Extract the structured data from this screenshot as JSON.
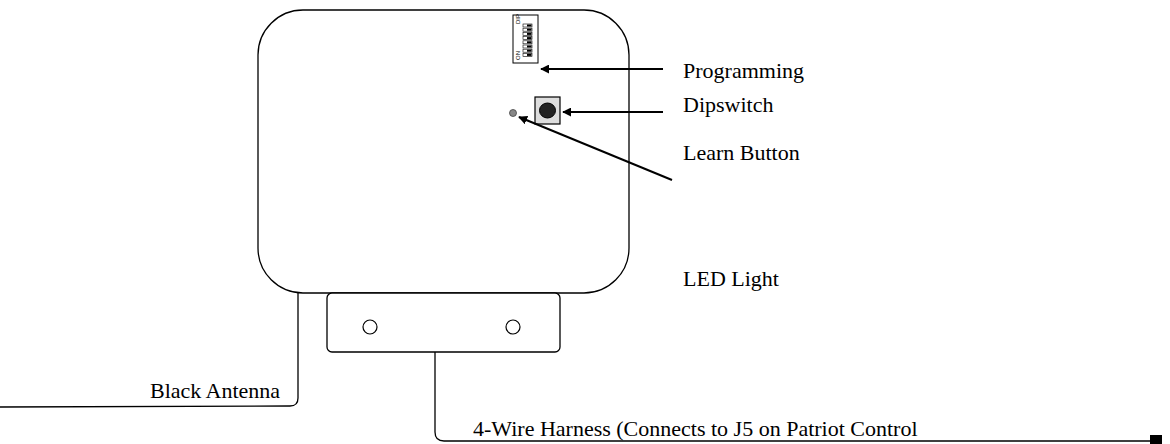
{
  "diagram": {
    "labels": [
      "DIP",
      "ON",
      "Programming",
      "Dipswitch",
      "Learn Button",
      "LED Light",
      "Black Antenna",
      "4-Wire Harness (Connects to J5 on Patriot Control"
    ]
  }
}
